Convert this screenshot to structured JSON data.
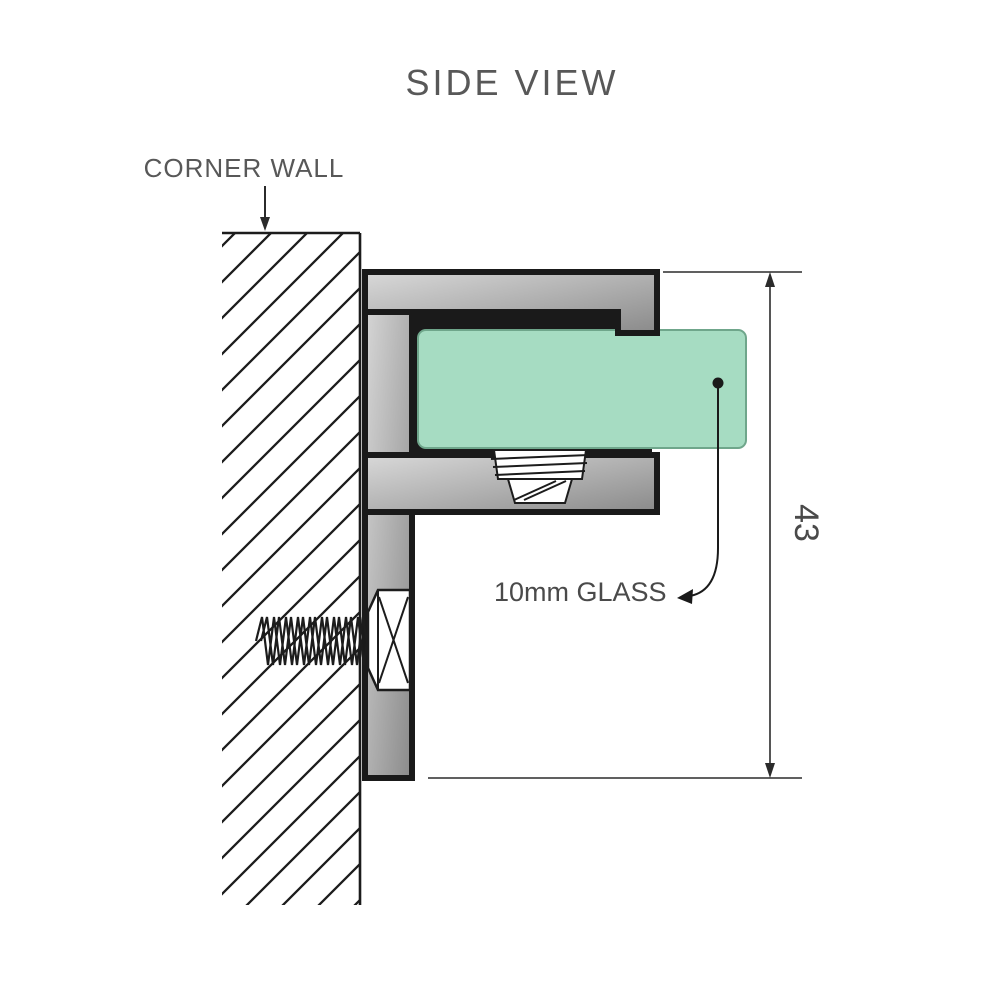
{
  "diagram": {
    "title": "SIDE VIEW",
    "wall_label": "CORNER WALL",
    "glass_label": "10mm GLASS",
    "dimension_value": "43",
    "colors": {
      "glass_fill": "#a6dcc2",
      "glass_stroke": "#6fa68b",
      "outline": "#1a1a1a",
      "metal_light": "#d9d9d9",
      "metal_mid": "#b2b2b2",
      "metal_dark": "#8a8a8a",
      "label_text": "#585858",
      "dim_text": "#4a4a4a",
      "thin_line": "#222222"
    }
  }
}
